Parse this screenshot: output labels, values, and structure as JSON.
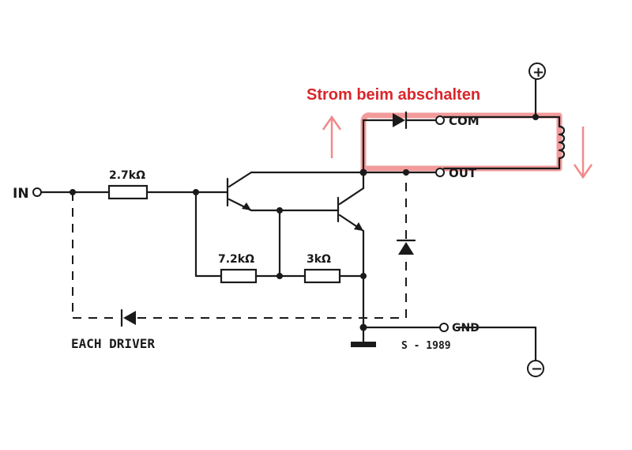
{
  "annotation": {
    "title": "Strom beim abschalten",
    "color": "#d9262b",
    "highlight_color": "#f08a8a"
  },
  "labels": {
    "in": "IN",
    "com": "COM",
    "out": "OUT",
    "gnd": "GND",
    "each_driver": "EACH DRIVER",
    "stamp": "S - 1989",
    "plus": "+",
    "minus": "−"
  },
  "components": {
    "r_input": "2.7kΩ",
    "r_base": "7.2kΩ",
    "r_emitter": "3kΩ"
  }
}
